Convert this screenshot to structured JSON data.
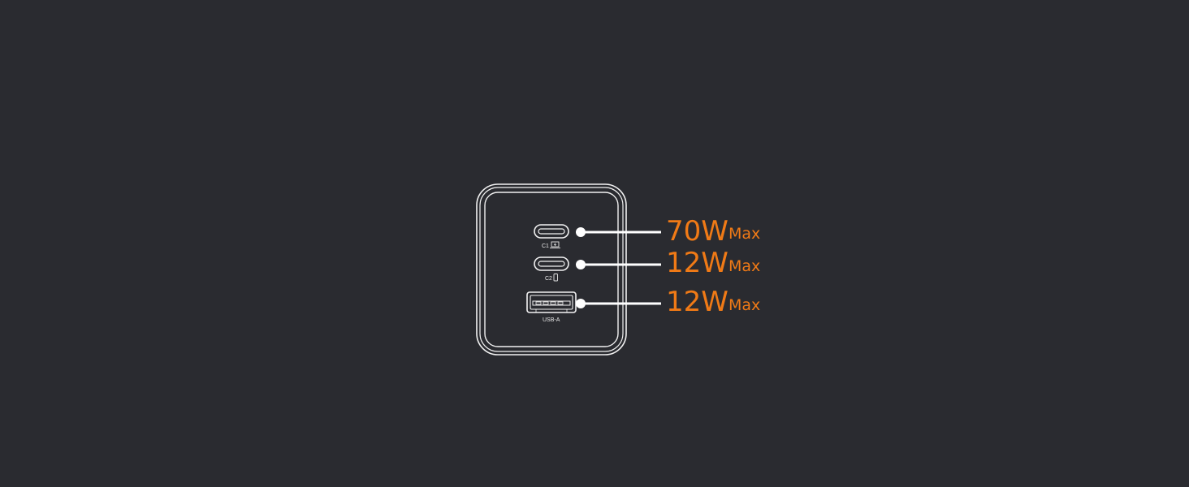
{
  "colors": {
    "background": "#2a2b30",
    "outline": "#f2f2f2",
    "accent": "#f07a16"
  },
  "ports": [
    {
      "id": "c1",
      "label": "C1",
      "icon": "laptop-icon",
      "watts": "70W",
      "max_label": "Max"
    },
    {
      "id": "c2",
      "label": "C2",
      "icon": "phone-icon",
      "watts": "12W",
      "max_label": "Max"
    },
    {
      "id": "usb-a",
      "label": "USB-A",
      "icon": "",
      "watts": "12W",
      "max_label": "Max"
    }
  ]
}
